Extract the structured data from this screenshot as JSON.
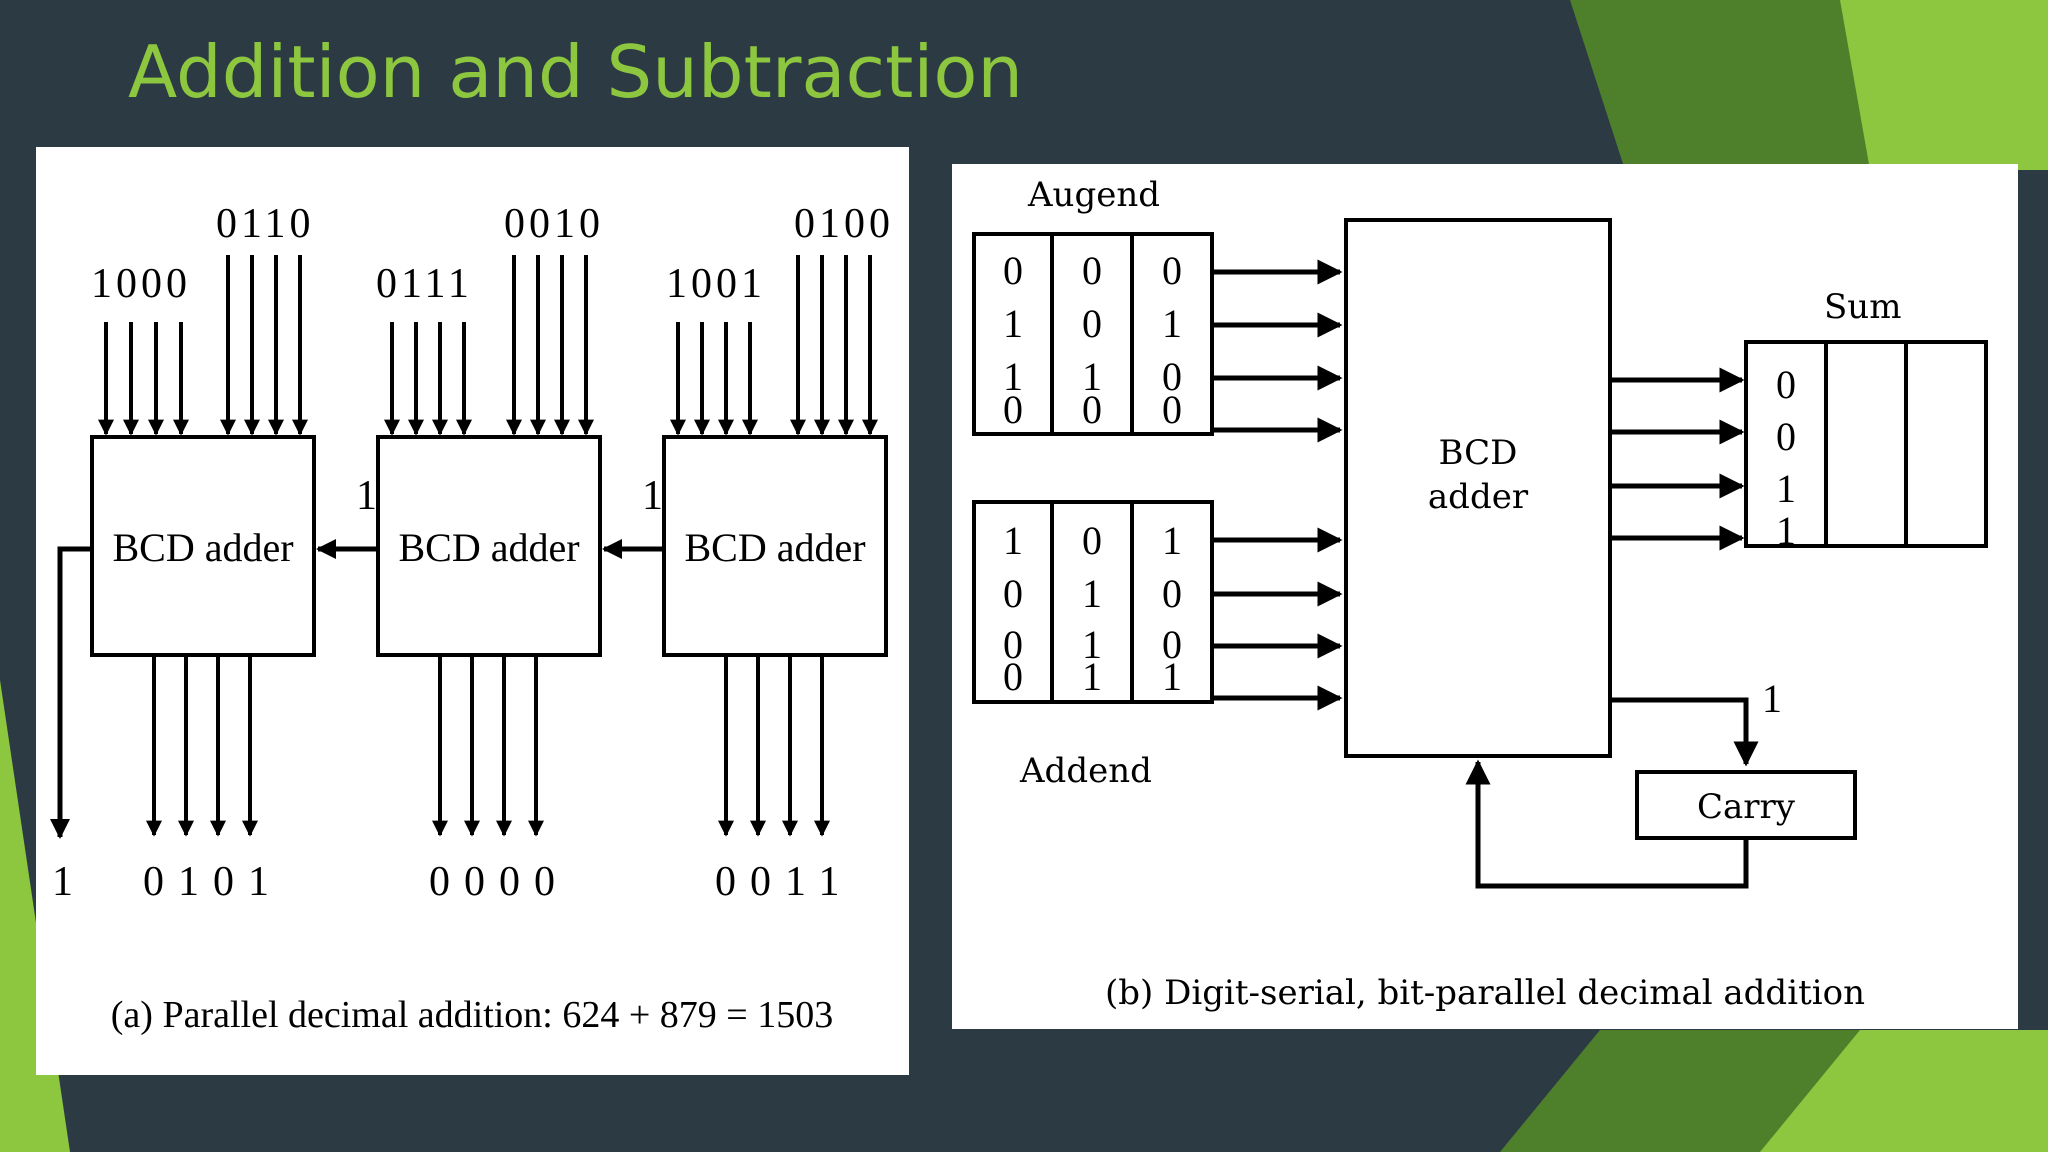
{
  "slide": {
    "title": "Addition and Subtraction",
    "colors": {
      "background": "#2c3a44",
      "title": "#8dc63f",
      "accent_green": "#8dc63f",
      "dark_green": "#4e7f2a"
    }
  },
  "diagram_a": {
    "box_label": "BCD adder",
    "inputs": [
      {
        "first": "1000",
        "second": "0110"
      },
      {
        "first": "0111",
        "second": "0010"
      },
      {
        "first": "1001",
        "second": "0100"
      }
    ],
    "outputs": [
      "0101",
      "0000",
      "0011"
    ],
    "carries": [
      "1",
      "1"
    ],
    "final_carry": "1",
    "caption": "(a) Parallel decimal addition: 624 + 879 = 1503"
  },
  "diagram_b": {
    "augend_label": "Augend",
    "addend_label": "Addend",
    "augend_columns": [
      [
        "0",
        "1",
        "1",
        "0"
      ],
      [
        "0",
        "0",
        "1",
        "0"
      ],
      [
        "0",
        "1",
        "0",
        "0"
      ]
    ],
    "addend_columns": [
      [
        "1",
        "0",
        "0",
        "0"
      ],
      [
        "0",
        "1",
        "1",
        "1"
      ],
      [
        "1",
        "0",
        "0",
        "1"
      ]
    ],
    "adder_label_line1": "BCD",
    "adder_label_line2": "adder",
    "sum_label": "Sum",
    "sum_column": [
      "0",
      "0",
      "1",
      "1"
    ],
    "carry_label": "Carry",
    "carry_value": "1",
    "caption": "(b) Digit-serial, bit-parallel decimal addition"
  }
}
